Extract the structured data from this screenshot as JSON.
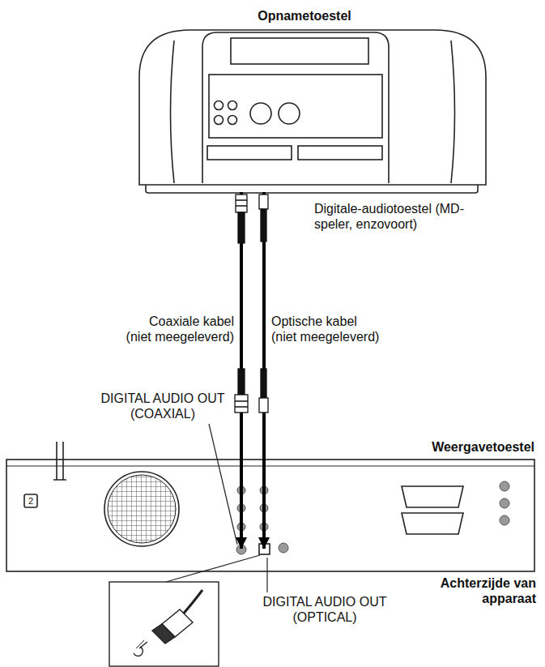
{
  "diagram": {
    "nodes": [
      {
        "text": [
          "Opnametoestel"
        ]
      },
      {
        "text": [
          "Weergavetoestel"
        ]
      }
    ],
    "edges": [
      {
        "from": 0,
        "to": 1,
        "arrow": "to",
        "label": "Coaxiale kabel (niet meegeleverd)"
      },
      {
        "from": 0,
        "to": 1,
        "arrow": "to",
        "label": "Optische kabel (niet meegeleverd)"
      }
    ],
    "labels": [
      "Digitale-audiotoestel (MD-speler, enzovoort)",
      "DIGITAL AUDIO OUT (COAXIAL)",
      "2",
      "Achterzijde van apparaat",
      "DIGITAL AUDIO OUT (OPTICAL)"
    ]
  }
}
